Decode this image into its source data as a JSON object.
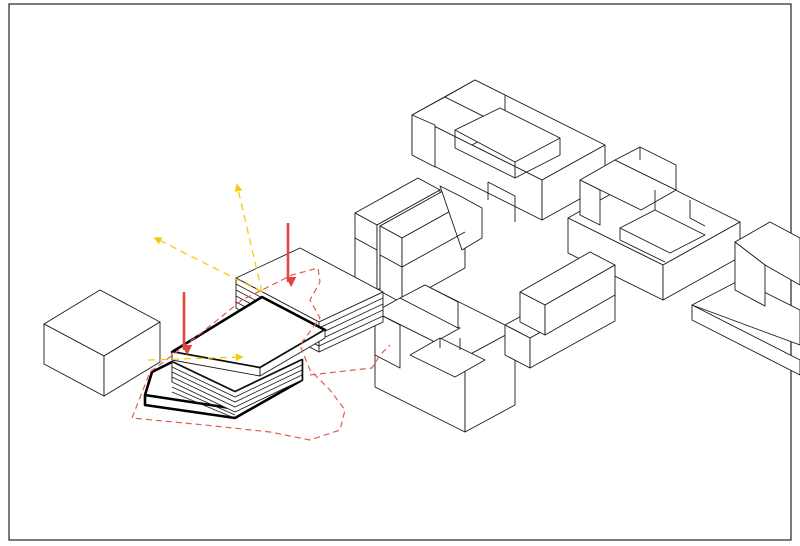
{
  "colors": {
    "frame": "#222222",
    "building_line": "#1a1a1a",
    "highlight_line": "#000000",
    "red_arrow": "#e0483f",
    "red_outline": "#e35b52",
    "yellow_arrow": "#f2cc0c",
    "background": "#ffffff"
  },
  "diagram": {
    "type": "axonometric-massing",
    "annotations": [
      "red-down-arrow",
      "red-down-arrow",
      "yellow-dashed-arrow",
      "yellow-dashed-arrow",
      "yellow-dashed-arrow",
      "red-dashed-site-outline"
    ]
  }
}
